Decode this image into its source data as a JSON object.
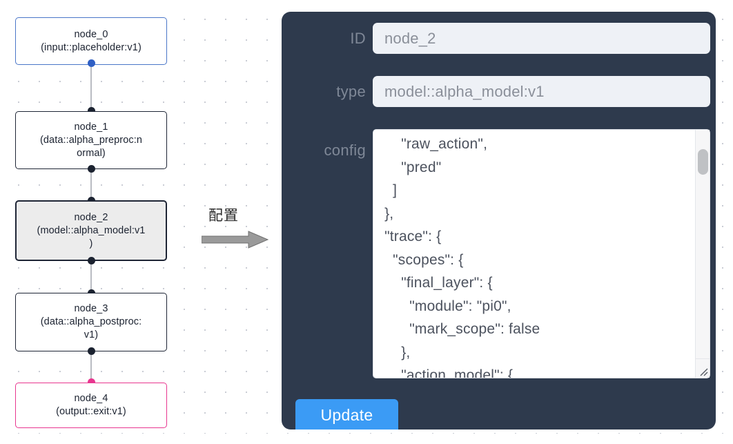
{
  "graph": {
    "nodes": [
      {
        "id": "node_0",
        "title": "node_0",
        "subtitle": "(input::placeholder:v1)",
        "accent": "#4a76c8",
        "selected": false
      },
      {
        "id": "node_1",
        "title": "node_1",
        "subtitle": "(data::alpha_preproc:n\normal)",
        "accent": "#1e2535",
        "selected": false
      },
      {
        "id": "node_2",
        "title": "node_2",
        "subtitle": "(model::alpha_model:v1\n)",
        "accent": "#1e2535",
        "selected": true
      },
      {
        "id": "node_3",
        "title": "node_3",
        "subtitle": "(data::alpha_postproc:\nv1)",
        "accent": "#1e2535",
        "selected": false
      },
      {
        "id": "node_4",
        "title": "node_4",
        "subtitle": "(output::exit:v1)",
        "accent": "#e8368f",
        "selected": false
      }
    ]
  },
  "annotation": {
    "label": "配置",
    "icon": "right-arrow-icon"
  },
  "panel": {
    "fields": {
      "id": {
        "label": "ID",
        "value": "node_2",
        "placeholder": "node_2"
      },
      "type": {
        "label": "type",
        "value": "model::alpha_model:v1",
        "placeholder": "model::alpha_model:v1"
      },
      "config": {
        "label": "config",
        "value": "      \"raw_action\",\n      \"pred\"\n    ]\n  },\n  \"trace\": {\n    \"scopes\": {\n      \"final_layer\": {\n        \"module\": \"pi0\",\n        \"mark_scope\": false\n      },\n      \"action_model\": {"
      }
    },
    "update_button": {
      "label": "Update"
    },
    "colors": {
      "panel_bg": "#2e3a4d",
      "input_bg": "#eef1f6",
      "accent": "#3b9bf5",
      "label": "#7f8897"
    }
  }
}
